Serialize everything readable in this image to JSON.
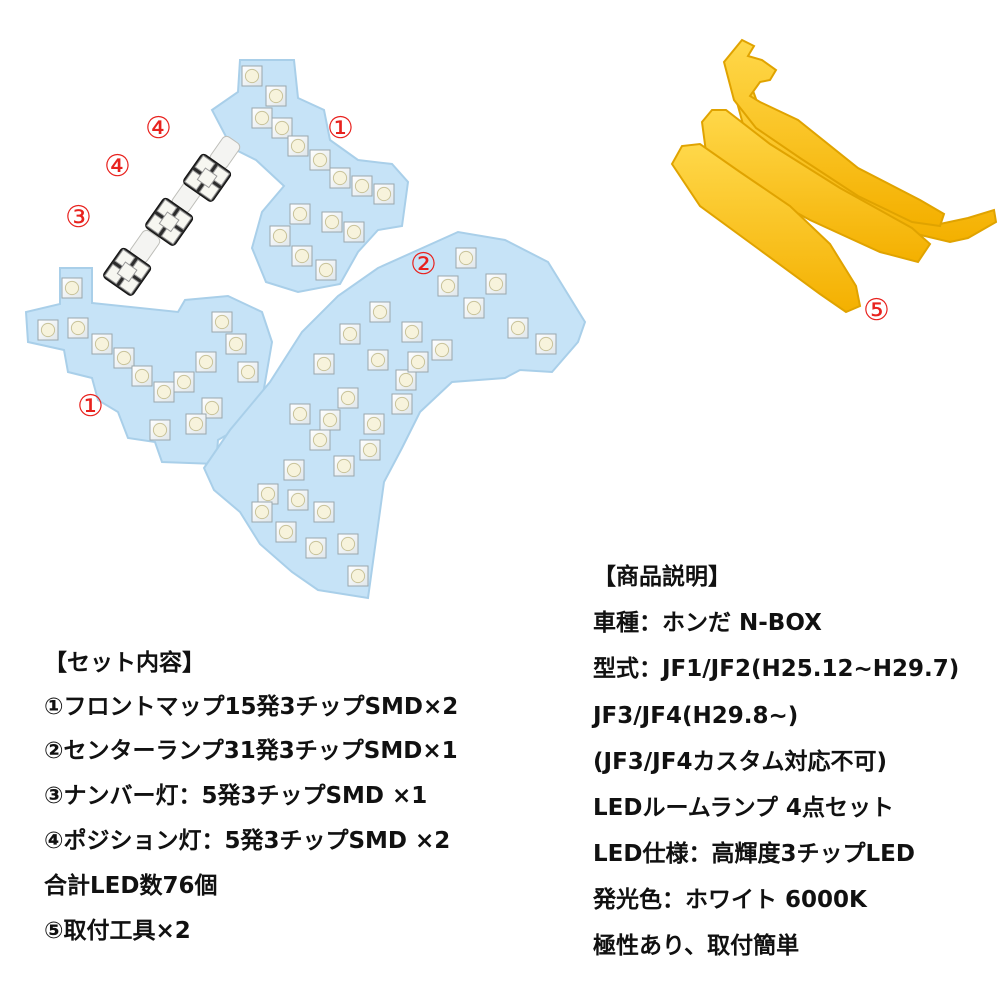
{
  "labels": {
    "front_left": "①",
    "front_right": "①",
    "center": "②",
    "number": "③",
    "position_a": "④",
    "position_b": "④",
    "tool": "⑤"
  },
  "set_contents": {
    "heading": "【セット内容】",
    "items": [
      "①フロントマップ15発3チップSMD×2",
      "②センターランプ31発3チップSMD×1",
      "③ナンバー灯：5発3チップSMD ×1",
      "④ポジション灯：5発3チップSMD ×2",
      "合計LED数76個",
      "⑤取付工具×2"
    ]
  },
  "description": {
    "heading": "【商品説明】",
    "items": [
      "車種：ホンだ N-BOX",
      "型式：JF1/JF2(H25.12~H29.7)",
      "JF3/JF4(H29.8~)",
      "(JF3/JF4カスタム対応不可)",
      "LEDルームランプ 4点セット",
      "LED仕様：高輝度3チップLED",
      "発光色：ホワイト 6000K",
      "極性あり、取付簡単"
    ]
  },
  "colors": {
    "pcb": "#c6e3f7",
    "label_red": "#e8221e",
    "tool_yellow": "#ffc71f"
  }
}
